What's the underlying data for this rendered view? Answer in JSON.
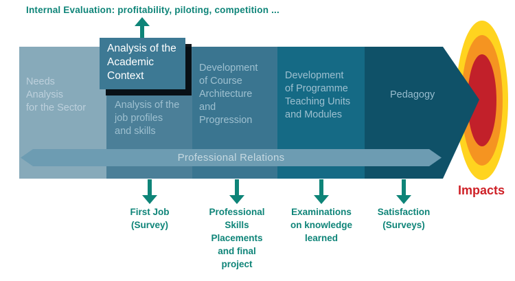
{
  "diagram": {
    "top_note": "Internal Evaluation: profitability, piloting, competition ...",
    "highlight_box": "Analysis of the\nAcademic\nContext",
    "band_segments": [
      {
        "label": "Needs\nAnalysis\nfor the Sector"
      },
      {
        "label": "Analysis of the\njob profiles\nand skills"
      },
      {
        "label": "Development\nof Course\nArchitecture\nand\nProgression"
      },
      {
        "label": "Development\nof Programme\nTeaching Units\nand Modules"
      },
      {
        "label": "Pedagogy"
      }
    ],
    "relations_bar_label": "Professional Relations",
    "outcome_labels": [
      {
        "label": "First Job\n(Survey)"
      },
      {
        "label": "Professional\nSkills\nPlacements\nand final\nproject"
      },
      {
        "label": "Examinations\non knowledge\nlearned"
      },
      {
        "label": "Satisfaction\n(Surveys)"
      }
    ],
    "target_label": "Impacts",
    "colors": {
      "segment_1": "#87AABA",
      "segment_2": "#4B7F98",
      "segment_3": "#3A7590",
      "segment_4": "#156A85",
      "segment_5": "#0F5168",
      "relations_bar": "#6D9CB2",
      "highlight_box": "#3D7994",
      "teal_accent": "#0E8478",
      "impacts_red": "#CE2127",
      "bullseye_yellow": "#FFD41F",
      "bullseye_orange": "#F59421",
      "bullseye_red": "#C2202A"
    }
  }
}
